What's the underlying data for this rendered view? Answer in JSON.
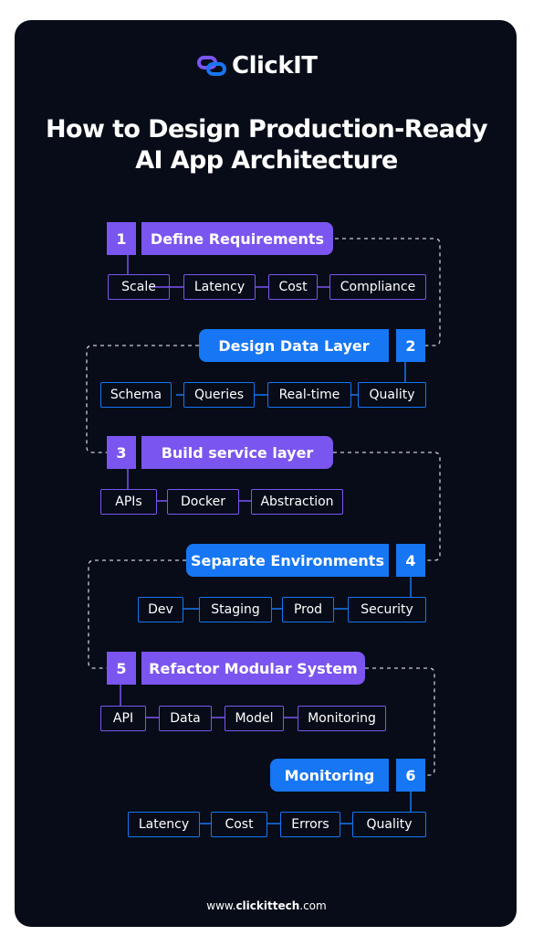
{
  "brand": {
    "name": "ClickIT",
    "icon": "chain-link-icon"
  },
  "title": {
    "line1": "How to Design Production-Ready",
    "line2": "AI App Architecture"
  },
  "steps": [
    {
      "number": "1",
      "label": "Define Requirements",
      "color": "#7b55f0",
      "items": [
        "Scale",
        "Latency",
        "Cost",
        "Compliance"
      ]
    },
    {
      "number": "2",
      "label": "Design Data Layer",
      "color": "#1676f3",
      "items": [
        "Schema",
        "Queries",
        "Real-time",
        "Quality"
      ]
    },
    {
      "number": "3",
      "label": "Build service layer",
      "color": "#7b55f0",
      "items": [
        "APIs",
        "Docker",
        "Abstraction"
      ]
    },
    {
      "number": "4",
      "label": "Separate Environments",
      "color": "#1676f3",
      "items": [
        "Dev",
        "Staging",
        "Prod",
        "Security"
      ]
    },
    {
      "number": "5",
      "label": "Refactor Modular System",
      "color": "#7b55f0",
      "items": [
        "API",
        "Data",
        "Model",
        "Monitoring"
      ]
    },
    {
      "number": "6",
      "label": "Monitoring",
      "color": "#1676f3",
      "items": [
        "Latency",
        "Cost",
        "Errors",
        "Quality"
      ]
    }
  ],
  "footer": {
    "prefix": "www.",
    "domain": "clickittech",
    "suffix": ".com"
  }
}
